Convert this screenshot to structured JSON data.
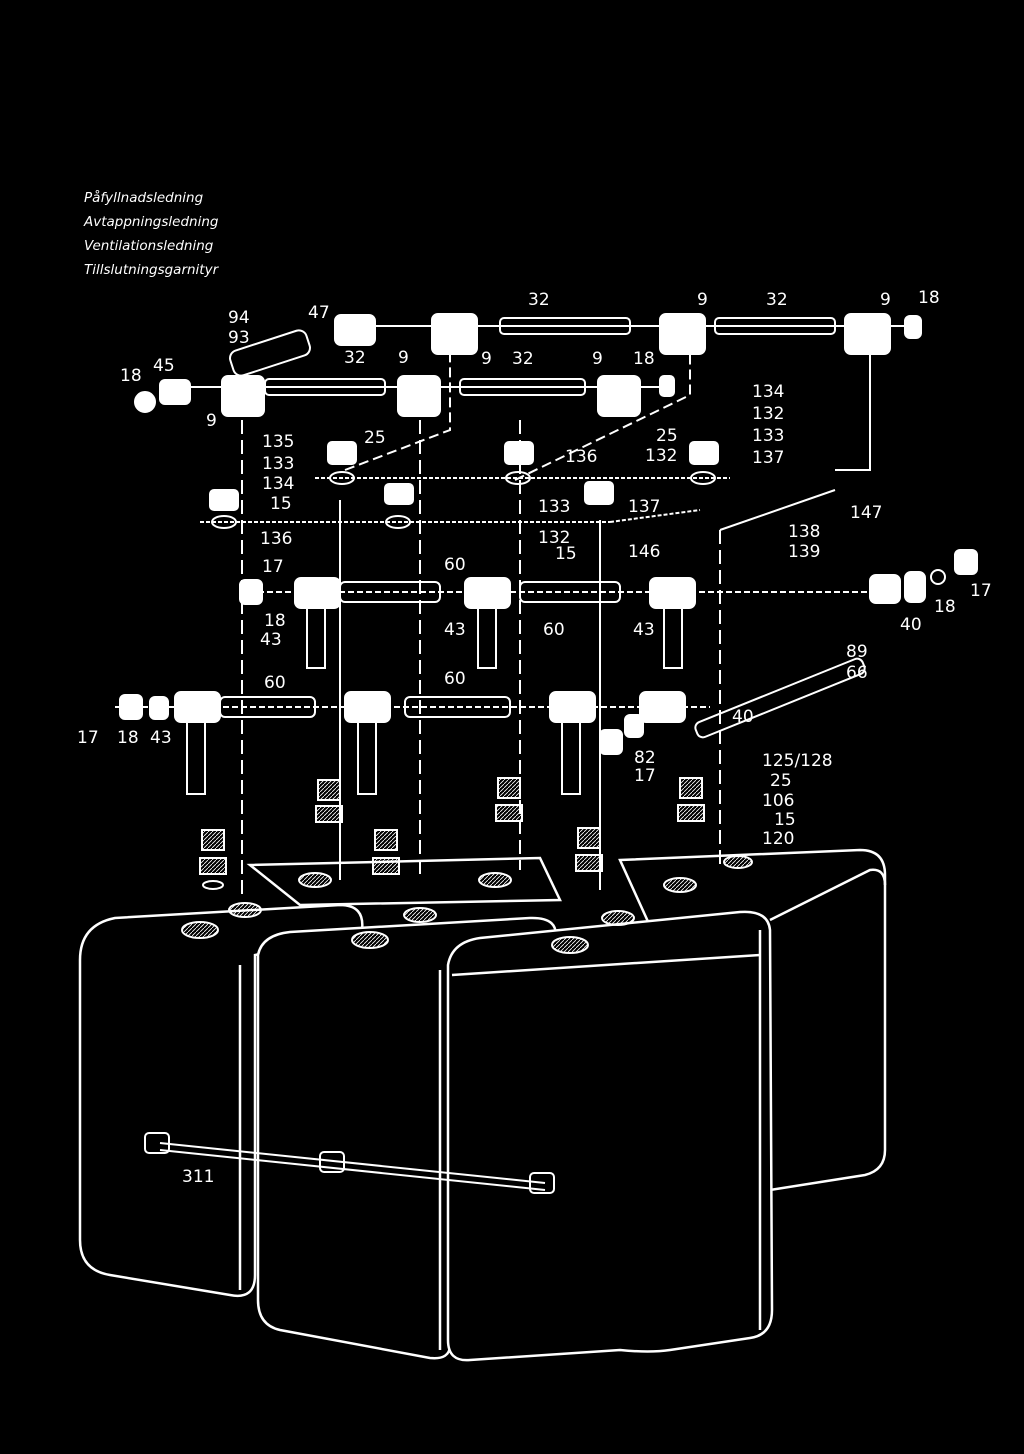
{
  "legend": {
    "items": [
      "Påfyllnadsledning",
      "Avtappningsledning",
      "Ventilationsledning",
      "Tillslutningsgarnityr"
    ]
  },
  "callouts": {
    "c94": "94",
    "c93": "93",
    "c47": "47",
    "c32a": "32",
    "c9a": "9",
    "c32b": "32",
    "c9b": "9",
    "c18a": "18",
    "c18b": "18",
    "c45": "45",
    "c32c": "32",
    "c9c": "9",
    "c9d": "9",
    "c32d": "32",
    "c9e": "9",
    "c18c": "18",
    "c9f": "9",
    "c134a": "134",
    "c132a": "132",
    "c133a": "133",
    "c137a": "137",
    "c135": "135",
    "c25a": "25",
    "c133b": "133",
    "c134b": "134",
    "c15a": "15",
    "c25b": "25",
    "c132b": "132",
    "c136a": "136",
    "c136b": "136",
    "c133c": "133",
    "c137b": "137",
    "c132c": "132",
    "c15b": "15",
    "c146": "146",
    "c138": "138",
    "c139": "139",
    "c147": "147",
    "c17a": "17",
    "c60a": "60",
    "c18d": "18",
    "c43a": "43",
    "c43b": "43",
    "c60b": "60",
    "c43c": "43",
    "c17b": "17",
    "c18e": "18",
    "c40a": "40",
    "c89": "89",
    "c66": "66",
    "c60c": "60",
    "c60d": "60",
    "c40b": "40",
    "c17c": "17",
    "c18f": "18",
    "c43d": "43",
    "c82": "82",
    "c17d": "17",
    "c125": "125/128",
    "c25c": "25",
    "c106": "106",
    "c15c": "15",
    "c120": "120",
    "c311": "311"
  },
  "colors": {
    "background": "#000000",
    "line": "#ffffff"
  }
}
